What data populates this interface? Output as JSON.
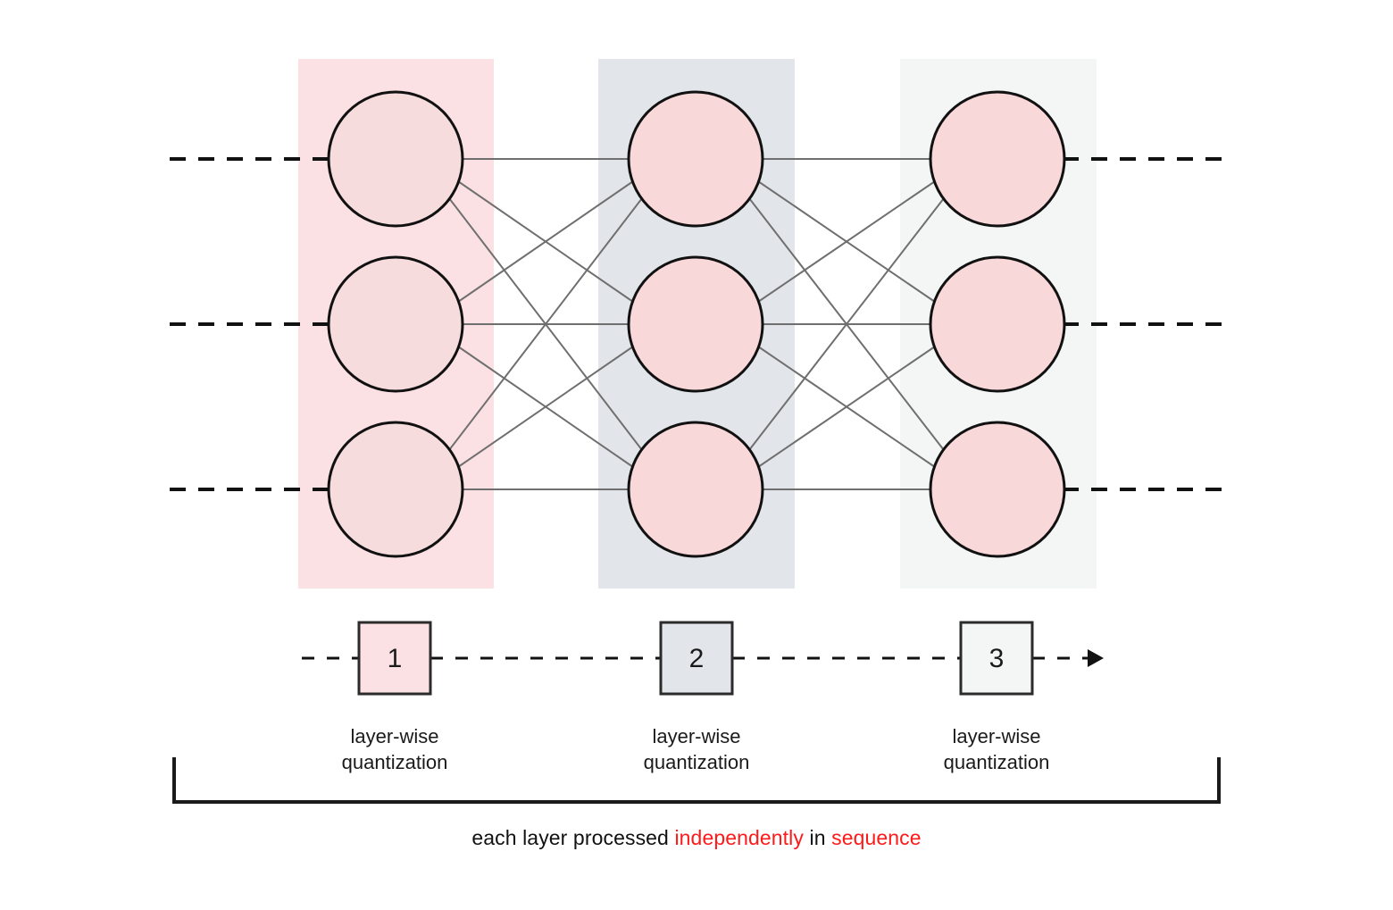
{
  "diagram": {
    "title_caption_parts": [
      {
        "text": "each layer processed ",
        "emphasis": false
      },
      {
        "text": "independently",
        "emphasis": true
      },
      {
        "text": " in ",
        "emphasis": false
      },
      {
        "text": "sequence",
        "emphasis": true
      }
    ],
    "caption_plain": "each layer processed independently in sequence",
    "caption_highlight_1": "independently",
    "caption_highlight_2": "sequence",
    "caption_lead": "each layer processed ",
    "caption_mid": " in ",
    "layers": [
      {
        "index": 1,
        "step_number": "1",
        "label_line1": "layer-wise",
        "label_line2": "quantization",
        "band_color": "#fbe1e3",
        "box_color": "#fbe1e3",
        "node_count": 3
      },
      {
        "index": 2,
        "step_number": "2",
        "label_line1": "layer-wise",
        "label_line2": "quantization",
        "band_color": "#e2e6ea",
        "box_color": "#e2e6ea",
        "node_count": 3
      },
      {
        "index": 3,
        "step_number": "3",
        "label_line1": "layer-wise",
        "label_line2": "quantization",
        "band_color": "#f4f6f5",
        "box_color": "#f4f6f5",
        "node_count": 3
      }
    ],
    "node_fill": "#f9d8da",
    "node_stroke": "#111111",
    "edge_color": "#6f6f6f",
    "highlight_color": "#ff1a1a",
    "text_color": "#111111",
    "background": "#ffffff",
    "edges_description": "fully-connected between adjacent layers (3x3)",
    "io_lines": {
      "left_count": 3,
      "right_count": 3,
      "style": "dashed"
    },
    "timeline": {
      "style": "dashed-with-arrow",
      "direction": "left-to-right",
      "steps": [
        "1",
        "2",
        "3"
      ]
    }
  }
}
